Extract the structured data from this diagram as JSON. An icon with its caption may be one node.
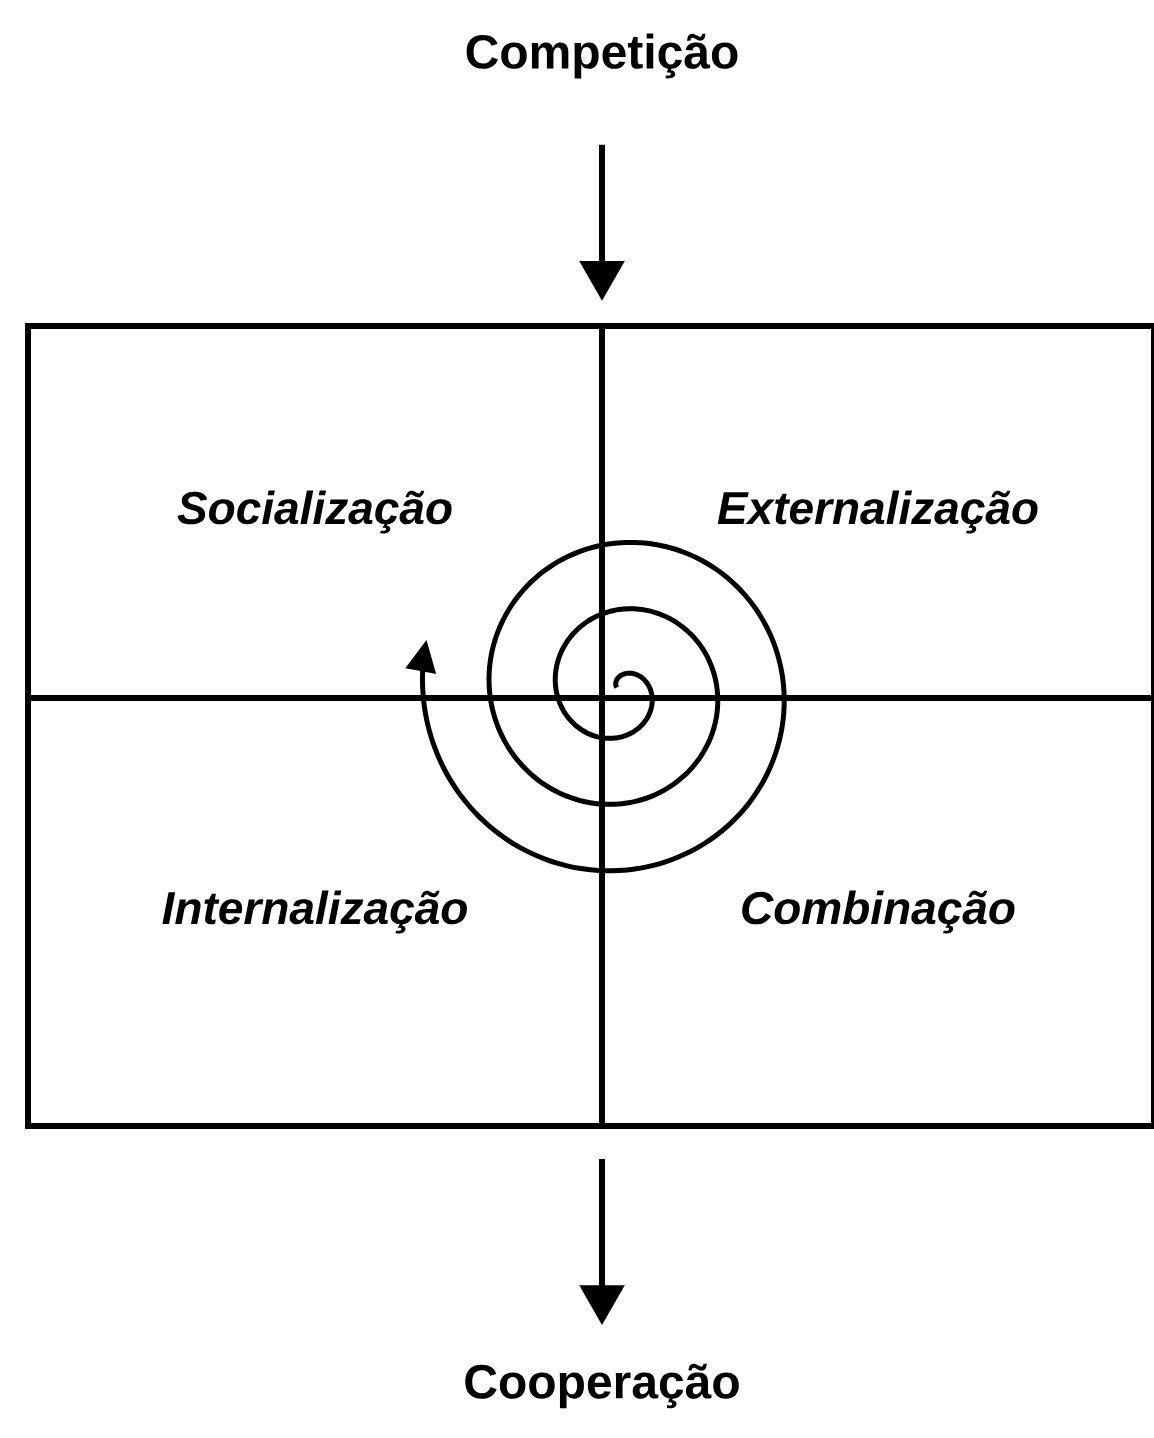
{
  "diagram": {
    "nodes": [
      {
        "text": [
          "Competição"
        ]
      },
      {
        "text": [],
        "shape": "box"
      },
      {
        "text": [
          "Socialização"
        ],
        "in": 1
      },
      {
        "text": [
          "Externalização"
        ],
        "in": 1
      },
      {
        "text": [
          "Internalização"
        ],
        "in": 1
      },
      {
        "text": [
          "Combinação"
        ],
        "in": 1
      },
      {
        "text": [
          "Cooperação"
        ]
      }
    ],
    "edges": [
      {
        "from": 0,
        "to": 1,
        "arrow": "to"
      },
      {
        "from": 1,
        "to": 6,
        "arrow": "to"
      }
    ]
  }
}
